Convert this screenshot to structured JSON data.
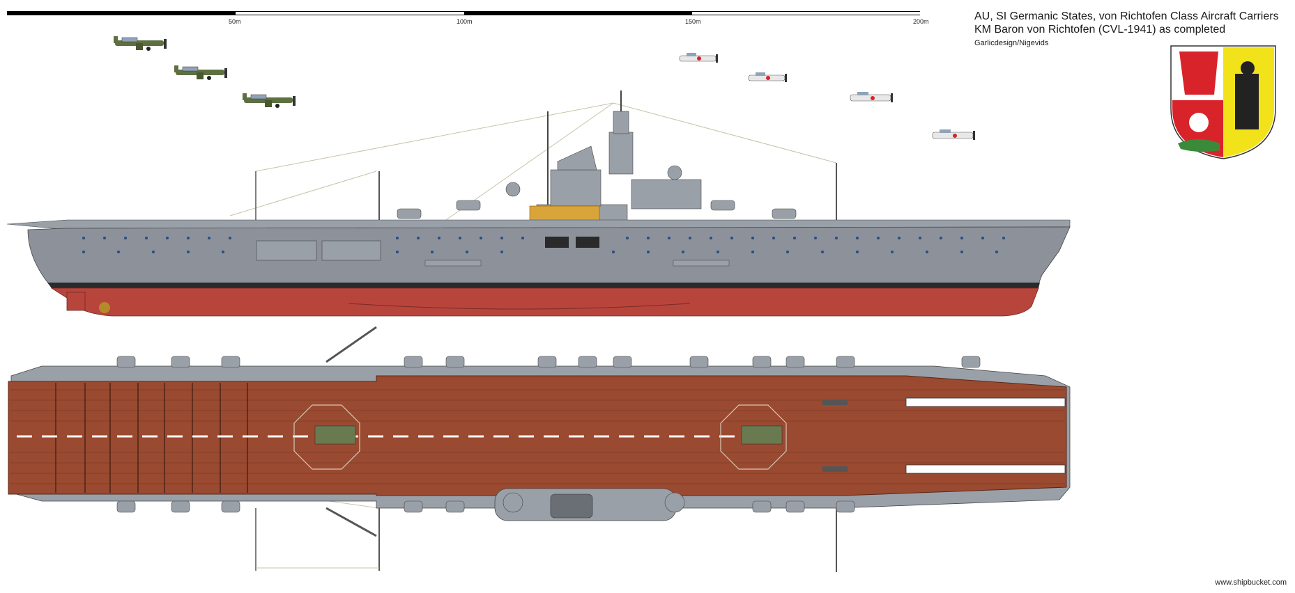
{
  "title": {
    "line1": "AU, SI Germanic States, von Richtofen Class Aircraft Carriers",
    "line2": "KM Baron von Richtofen (CVL-1941) as completed",
    "credit": "Garlicdesign/Nigevids"
  },
  "scale_bar": {
    "labels": [
      "50m",
      "100m",
      "150m",
      "200m"
    ]
  },
  "watermark": "www.shipbucket.com",
  "colors": {
    "hull_grey": "#8c919a",
    "hull_dark": "#5f646b",
    "bottom_red": "#b8453c",
    "boot_black": "#2a2a2a",
    "deck_brown": "#9a4a30",
    "deck_line": "#6e321f",
    "superstructure_grey": "#9aa0a8",
    "aircraft_green": "#5f7040",
    "aircraft_white": "#e8e8e8",
    "crest_red": "#d8232a",
    "crest_yellow": "#f2e21a"
  }
}
